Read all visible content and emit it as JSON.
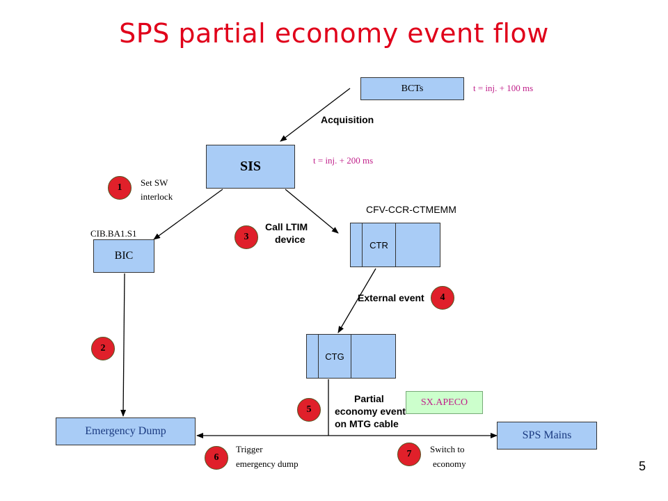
{
  "title": "SPS partial economy event flow",
  "page_number": "5",
  "colors": {
    "title": "#e0001a",
    "box_fill": "#a9ccf6",
    "marker_fill": "#e0202a",
    "timing_text": "#c0208a",
    "apeco_fill": "#ccffcc"
  },
  "nodes": {
    "bcts": "BCTs",
    "sis": "SIS",
    "bic": "BIC",
    "ctr": "CTR",
    "ctg": "CTG",
    "emergency_dump": "Emergency Dump",
    "sps_mains": "SPS Mains",
    "sx_apeco": "SX.APECO"
  },
  "labels": {
    "bcts_timing": "t = inj. + 100 ms",
    "sis_timing": "t = inj. + 200 ms",
    "acquisition": "Acquisition",
    "set_sw_line1": "Set SW",
    "set_sw_line2": "interlock",
    "cib": "CIB.BA1.S1",
    "cfv": "CFV-CCR-CTMEMM",
    "call_ltim_line1": "Call LTIM",
    "call_ltim_line2": "device",
    "external_event": "External event",
    "partial_line1": "Partial",
    "partial_line2": "economy event",
    "partial_line3": "on MTG cable",
    "trigger_line1": "Trigger",
    "trigger_line2": "emergency dump",
    "switch_line1": "Switch to",
    "switch_line2": "economy"
  },
  "steps": [
    "1",
    "2",
    "3",
    "4",
    "5",
    "6",
    "7"
  ]
}
